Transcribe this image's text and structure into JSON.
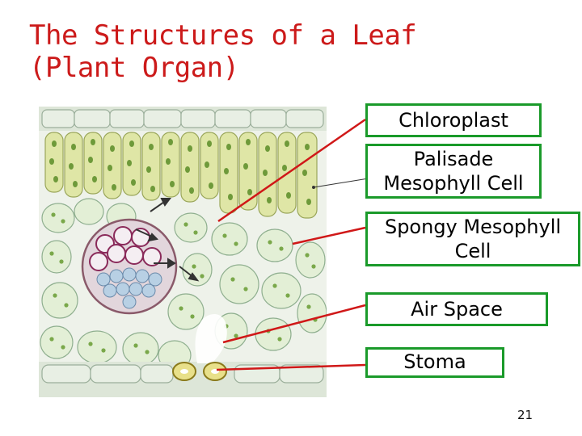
{
  "slide": {
    "title_line1": "The Structures of a Leaf",
    "title_line2": "(Plant Organ)",
    "page_number": "21"
  },
  "labels": {
    "chloroplast": "Chloroplast",
    "palisade_line1": "Palisade",
    "palisade_line2": "Mesophyll Cell",
    "spongy_line1": "Spongy Mesophyll",
    "spongy_line2": "Cell",
    "air_space": "Air Space",
    "stoma": "Stoma"
  },
  "colors": {
    "title": "#cc1a1a",
    "label_border": "#1a9a2a",
    "pointer_line": "#d01818"
  }
}
